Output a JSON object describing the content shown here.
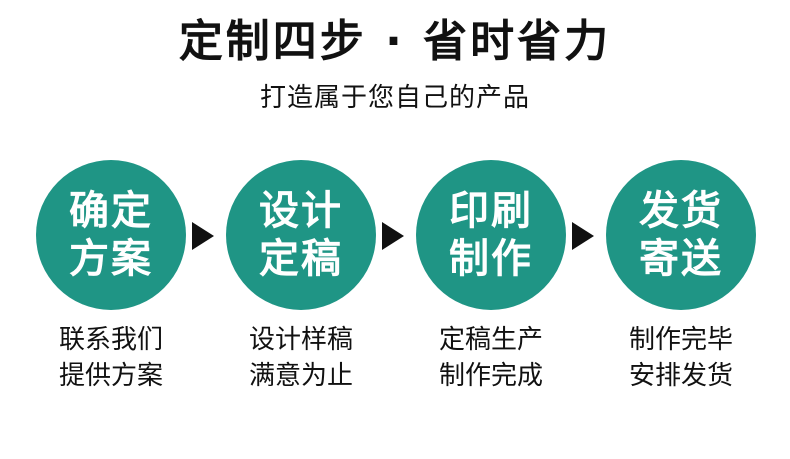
{
  "colors": {
    "accent": "#1f9585",
    "text": "#111111"
  },
  "title": "定制四步 · 省时省力",
  "subtitle": "打造属于您自己的产品",
  "steps": [
    {
      "circle": [
        "确定",
        "方案"
      ],
      "desc": [
        "联系我们",
        "提供方案"
      ]
    },
    {
      "circle": [
        "设计",
        "定稿"
      ],
      "desc": [
        "设计样稿",
        "满意为止"
      ]
    },
    {
      "circle": [
        "印刷",
        "制作"
      ],
      "desc": [
        "定稿生产",
        "制作完成"
      ]
    },
    {
      "circle": [
        "发货",
        "寄送"
      ],
      "desc": [
        "制作完毕",
        "安排发货"
      ]
    }
  ],
  "arrow_icon": "triangle-right-icon"
}
